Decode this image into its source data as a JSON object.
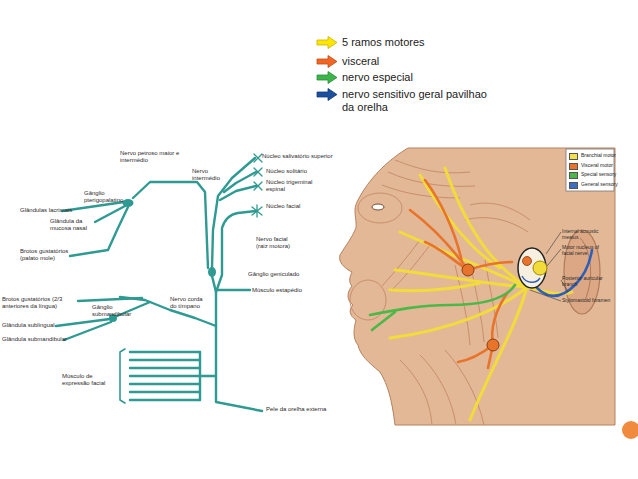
{
  "diagram": {
    "labels": [
      "Nervo petroso maior e intermédio",
      "Núcleo salivatório superior",
      "Nervo intermédio",
      "Núcleo solitário",
      "Núcleo trigeminal espinal",
      "Gânglio pterigopalatino",
      "Glândulas lacrimais",
      "Núcleo facial",
      "Glândula da mucosa nasal",
      "Nervo facial (raiz motora)",
      "Brotos gustatórios (palato mole)",
      "Gânglio geniculado",
      "Músculo estapédio",
      "Brotos gustatórios (2/3 anteriores da língua)",
      "Nervo corda do tímpano",
      "Gânglio submandibular",
      "Glândula sublingual",
      "Glândula submandibular",
      "Músculo de expressão facial",
      "Pele da orelha externa",
      "Internal acoustic meatus",
      "Motor nucleus of facial nerve",
      "Posterior auricular branch",
      "Stylomastoid foramen"
    ],
    "legend": [
      {
        "text": "5 ramos motores",
        "color": "#ffe600"
      },
      {
        "text": "visceral",
        "color": "#f26522"
      },
      {
        "text": "nervo especial",
        "color": "#3cb44a"
      },
      {
        "text": "nervo sensitivo geral pavilhao da orelha",
        "color": "#1c4f9c"
      },
      {
        "text": "Branchial motor",
        "color": "#f5e04a"
      },
      {
        "text": "Visceral motor",
        "color": "#e8732a"
      },
      {
        "text": "Special sensory",
        "color": "#4bb848"
      },
      {
        "text": "General sensory",
        "color": "#3a6fc4"
      }
    ]
  }
}
